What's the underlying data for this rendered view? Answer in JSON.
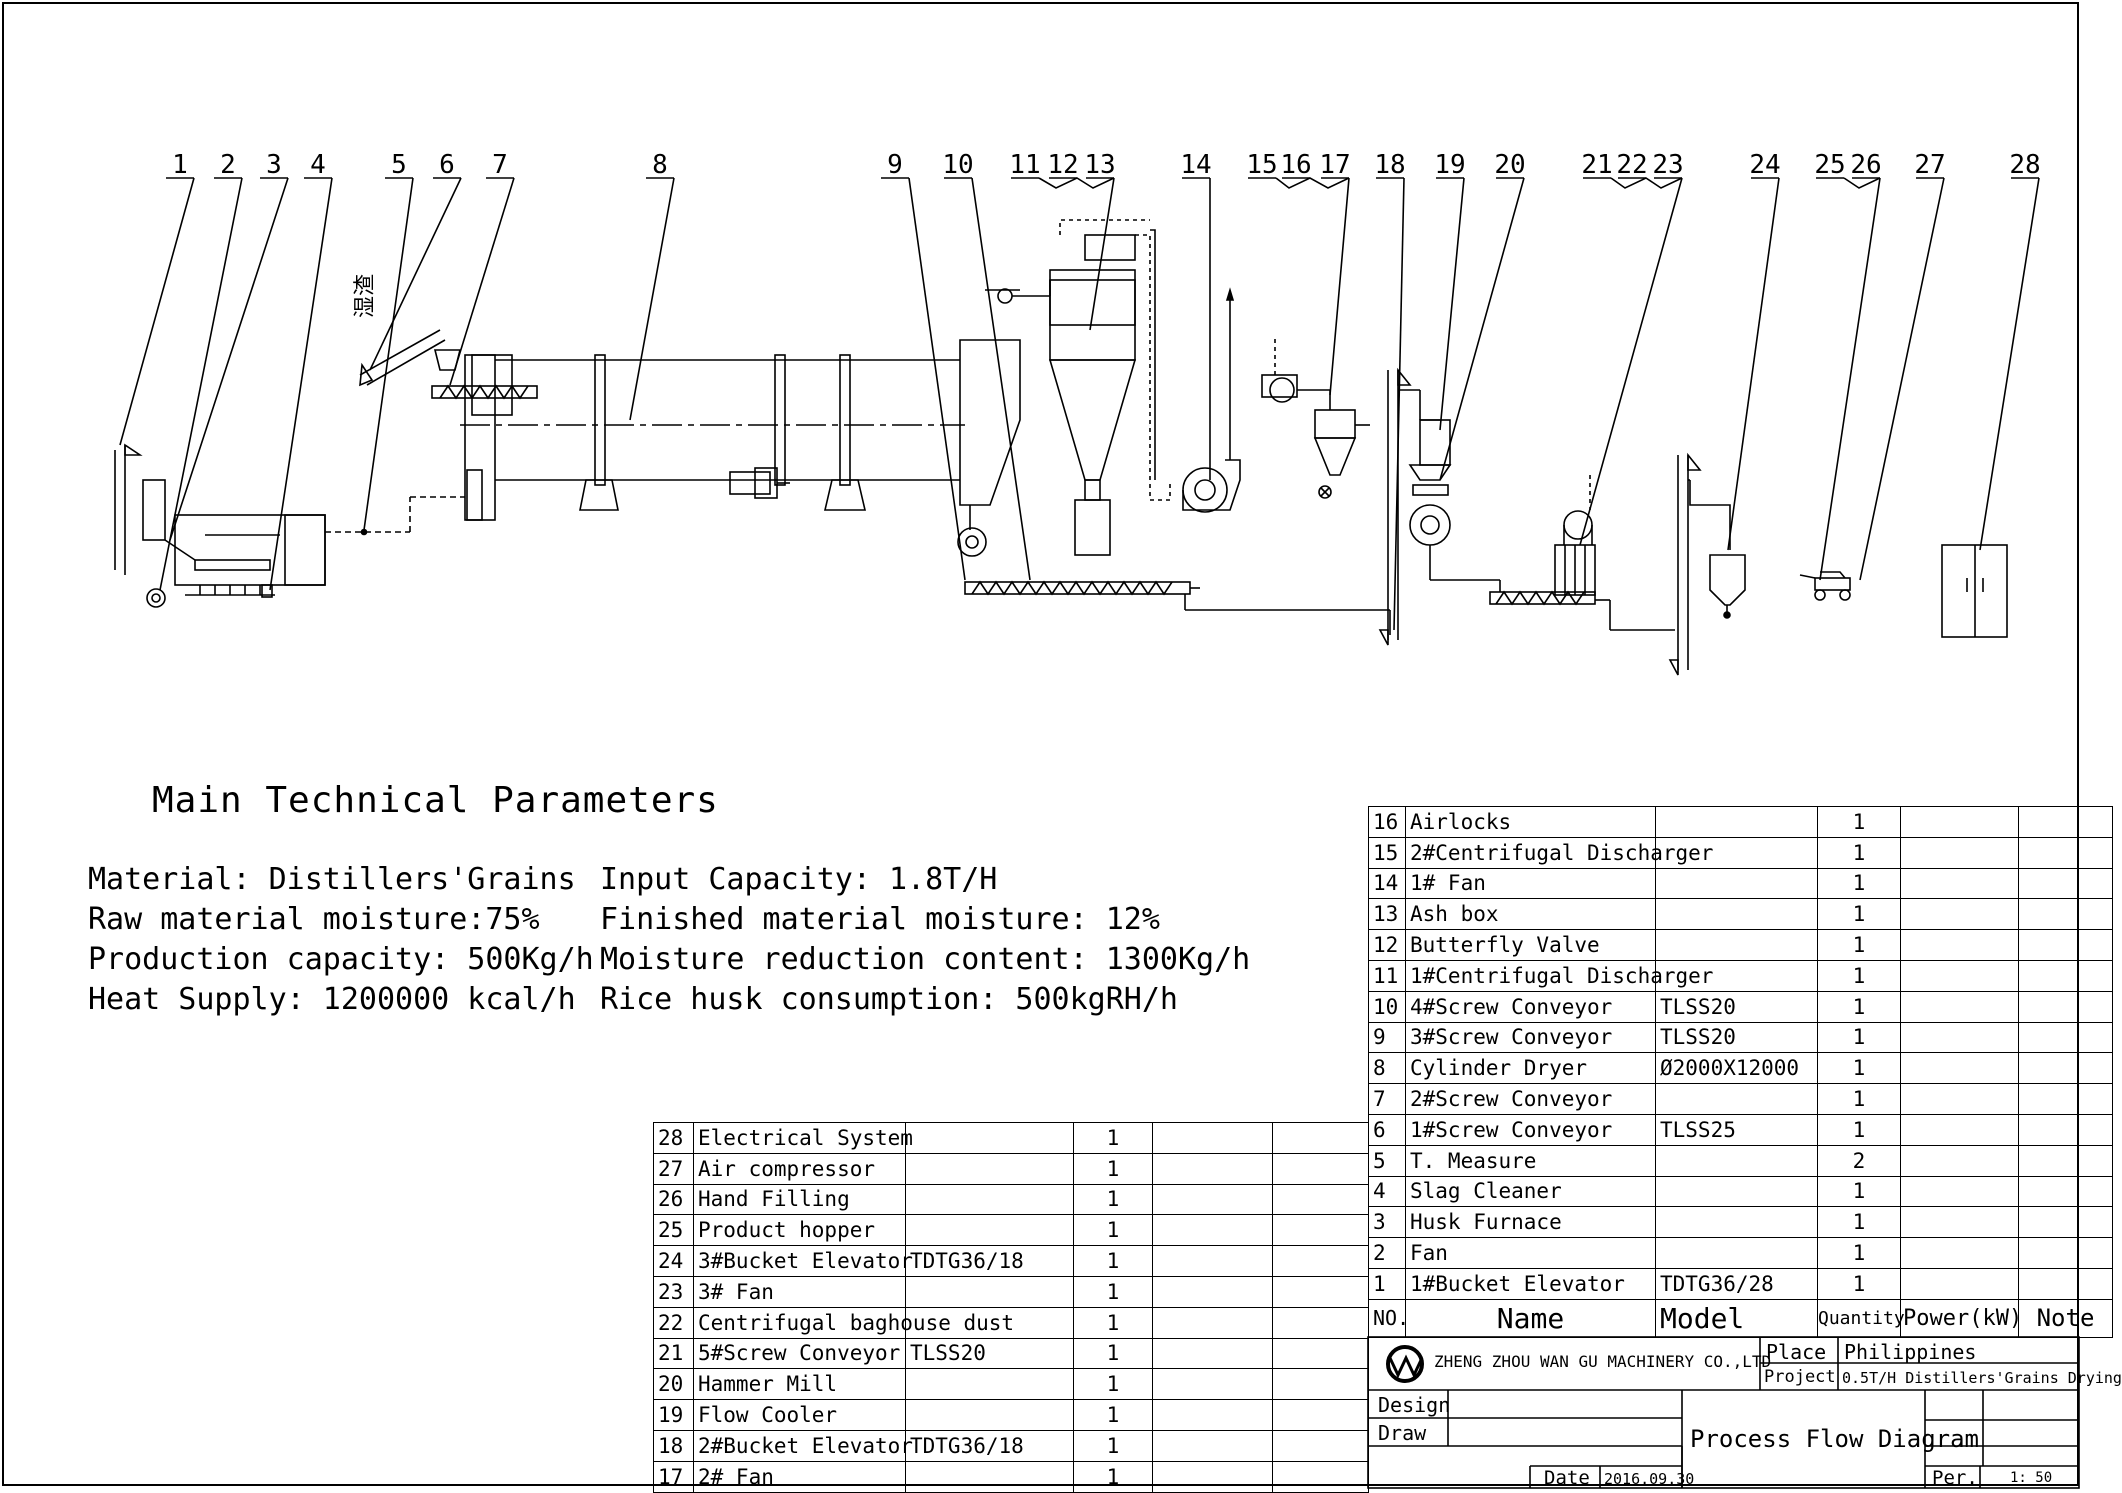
{
  "callouts": [
    "1",
    "2",
    "3",
    "4",
    "5",
    "6",
    "7",
    "8",
    "9",
    "10",
    "11",
    "12",
    "13",
    "14",
    "15",
    "16",
    "17",
    "18",
    "19",
    "20",
    "21",
    "22",
    "23",
    "24",
    "25",
    "26",
    "27",
    "28"
  ],
  "wet_label": "湿渣",
  "parameters": {
    "title": "Main Technical Parameters",
    "left": [
      "Material: Distillers'Grains",
      "Raw material moisture:75%",
      "Production capacity:  500Kg/h",
      "Heat Supply: 1200000 kcal/h"
    ],
    "right": [
      "Input Capacity:  1.8T/H",
      "Finished material moisture: 12%",
      "Moisture reduction content: 1300Kg/h",
      "Rice husk consumption: 500kgRH/h"
    ]
  },
  "bom_left": [
    {
      "no": "28",
      "name": "Electrical System",
      "model": "",
      "qty": "1"
    },
    {
      "no": "27",
      "name": "Air compressor",
      "model": "",
      "qty": "1"
    },
    {
      "no": "26",
      "name": "Hand Filling",
      "model": "",
      "qty": "1"
    },
    {
      "no": "25",
      "name": "Product hopper",
      "model": "",
      "qty": "1"
    },
    {
      "no": "24",
      "name": "3#Bucket Elevator",
      "model": "TDTG36/18",
      "qty": "1"
    },
    {
      "no": "23",
      "name": " 3# Fan",
      "model": "",
      "qty": "1"
    },
    {
      "no": "22",
      "name": "Centrifugal baghouse dust",
      "model": "",
      "qty": "1"
    },
    {
      "no": "21",
      "name": "5#Screw Conveyor",
      "model": "TLSS20",
      "qty": "1"
    },
    {
      "no": "20",
      "name": "Hammer Mill",
      "model": "",
      "qty": "1"
    },
    {
      "no": "19",
      "name": "Flow Cooler",
      "model": "",
      "qty": "1"
    },
    {
      "no": "18",
      "name": "2#Bucket Elevator",
      "model": "TDTG36/18",
      "qty": "1"
    },
    {
      "no": "17",
      "name": " 2# Fan",
      "model": "",
      "qty": "1"
    }
  ],
  "bom_right": [
    {
      "no": "16",
      "name": "Airlocks",
      "model": "",
      "qty": "1"
    },
    {
      "no": "15",
      "name": "2#Centrifugal Discharger",
      "model": "",
      "qty": "1"
    },
    {
      "no": "14",
      "name": " 1# Fan",
      "model": "",
      "qty": "1"
    },
    {
      "no": "13",
      "name": "Ash box",
      "model": "",
      "qty": "1"
    },
    {
      "no": "12",
      "name": "Butterfly Valve",
      "model": "",
      "qty": "1"
    },
    {
      "no": "11",
      "name": "1#Centrifugal Discharger",
      "model": "",
      "qty": "1"
    },
    {
      "no": "10",
      "name": "4#Screw Conveyor",
      "model": "TLSS20",
      "qty": "1"
    },
    {
      "no": "9",
      "name": "3#Screw Conveyor",
      "model": "TLSS20",
      "qty": "1"
    },
    {
      "no": "8",
      "name": "Cylinder Dryer",
      "model": "Ø2000X12000",
      "qty": "1"
    },
    {
      "no": "7",
      "name": "2#Screw Conveyor",
      "model": "",
      "qty": "1"
    },
    {
      "no": "6",
      "name": "1#Screw Conveyor",
      "model": "TLSS25",
      "qty": "1"
    },
    {
      "no": "5",
      "name": "T. Measure",
      "model": "",
      "qty": "2"
    },
    {
      "no": "4",
      "name": "Slag Cleaner",
      "model": "",
      "qty": "1"
    },
    {
      "no": "3",
      "name": "Husk Furnace",
      "model": "",
      "qty": "1"
    },
    {
      "no": "2",
      "name": "Fan",
      "model": "",
      "qty": "1"
    },
    {
      "no": "1",
      "name": "1#Bucket Elevator",
      "model": "TDTG36/28",
      "qty": "1"
    }
  ],
  "headers": {
    "no": "NO.",
    "name": "Name",
    "model": "Model",
    "qty": "Quantity",
    "power": "Power(kW)",
    "note": "Note"
  },
  "title_block": {
    "company": "ZHENG ZHOU WAN GU MACHINERY CO.,LTD",
    "place_label": "Place",
    "place": "Philippines",
    "project_label": "Project",
    "project": "0.5T/H Distillers'Grains Drying",
    "design": "Design",
    "draw": "Draw",
    "drawing_title": "Process Flow Diagram",
    "date_label": "Date",
    "date": "2016.09.30",
    "per": "Per.",
    "scale": "1: 50"
  }
}
